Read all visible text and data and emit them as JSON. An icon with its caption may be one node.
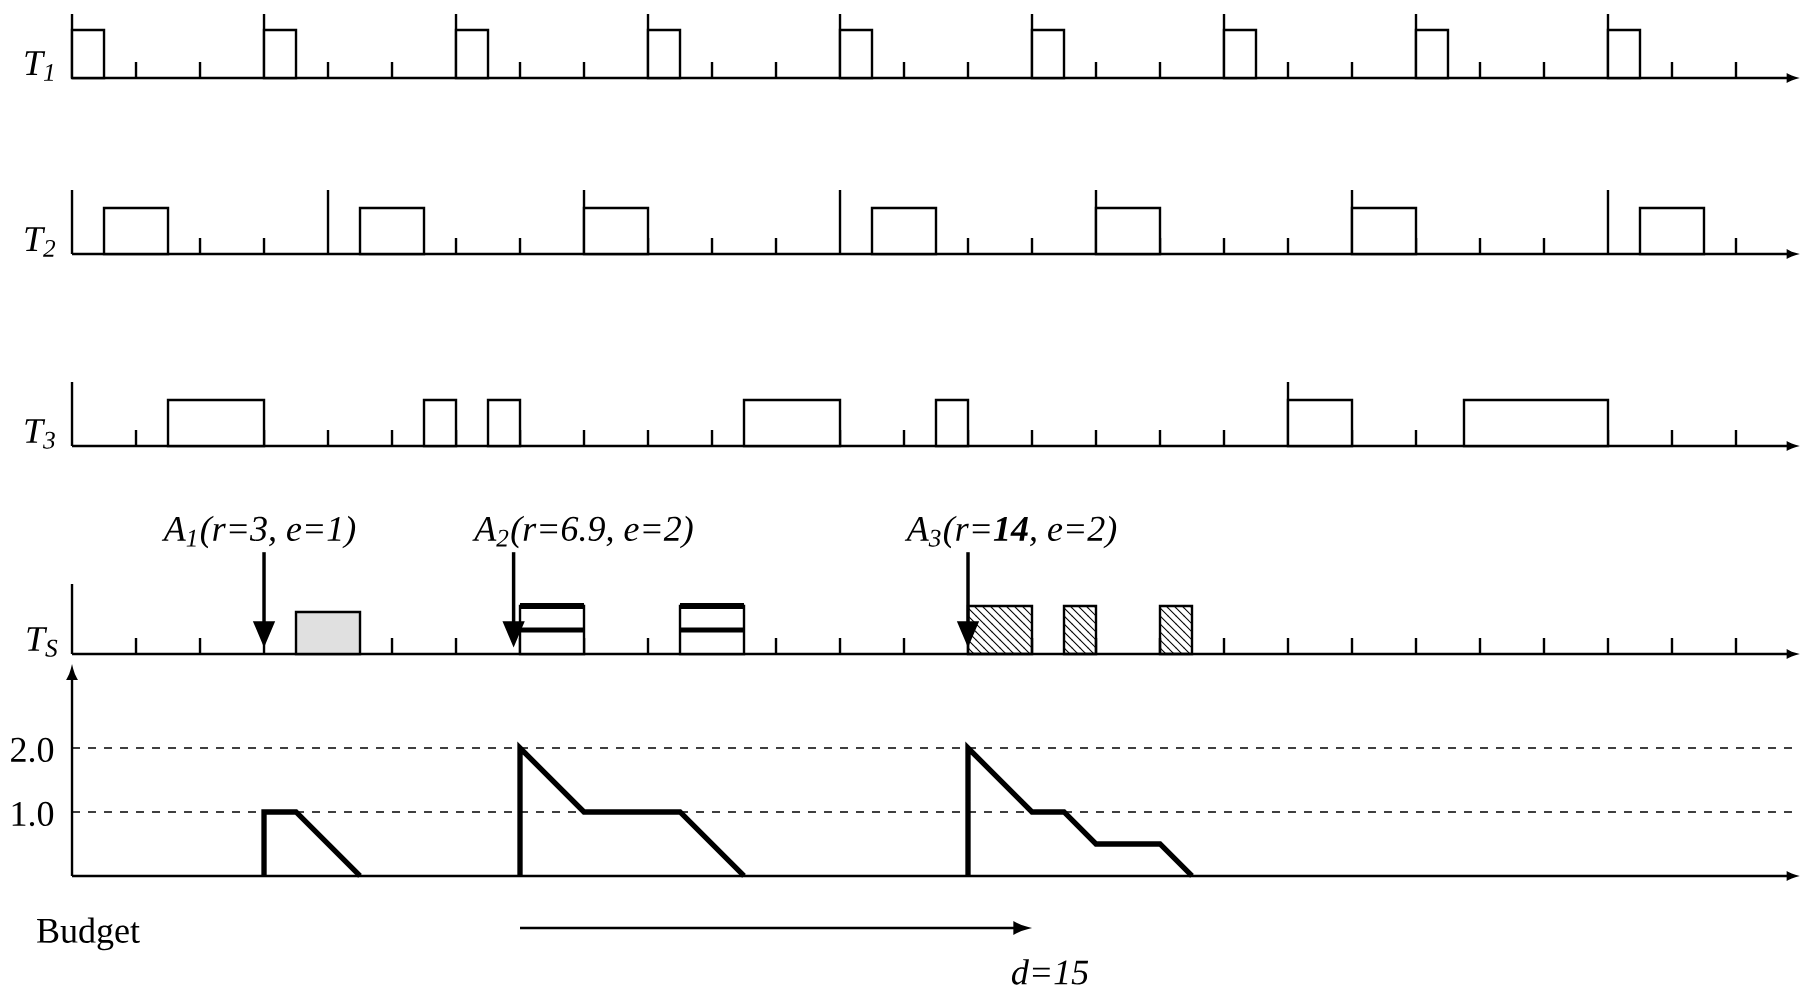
{
  "diagram": {
    "nodes": [
      {
        "text": [
          "A$_{1}$(r=3, e=1)"
        ]
      },
      {
        "text": [
          "A$_{2}$(r=6.9, e=2)"
        ]
      },
      {
        "text": [
          "A$_{3}$(r=**14**, e=2)"
        ]
      },
      {
        "text": [],
        "shape": "axis",
        "beside": [
          "T$_{S}$"
        ]
      }
    ],
    "edges": [
      {
        "from": 0,
        "to": 3,
        "arrow": "to"
      },
      {
        "from": 1,
        "to": 3,
        "arrow": "to"
      },
      {
        "from": 2,
        "to": 3,
        "arrow": "to"
      }
    ],
    "labels": [
      "T$_{1}$",
      "T$_{2}$",
      "T$_{3}$",
      "2.0",
      "1.0",
      "Budget",
      "d=15"
    ]
  }
}
